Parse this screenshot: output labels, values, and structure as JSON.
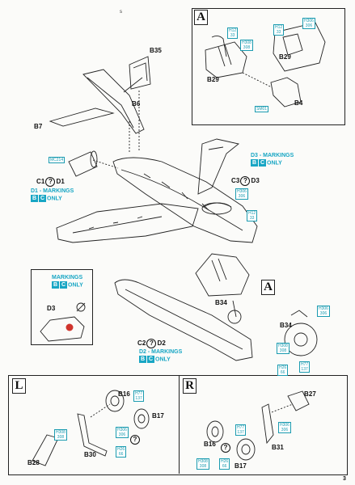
{
  "page": {
    "number": "3",
    "corner_mark": "s"
  },
  "panels": {
    "A_top": {
      "letter": "A"
    },
    "A_mid": {
      "letter": "A"
    },
    "L": {
      "letter": "L"
    },
    "R": {
      "letter": "R"
    }
  },
  "parts": {
    "B35": "B35",
    "B6": "B6",
    "B7": "B7",
    "B29a": "B29",
    "B29b": "B29",
    "B4": "B4",
    "C1D1": "C1",
    "D1": "D1",
    "C3": "C3",
    "D3r": "D3",
    "B34a": "B34",
    "B34b": "B34",
    "D3": "D3",
    "C2": "C2",
    "D2": "D2",
    "B16L": "B16",
    "B17L": "B17",
    "B28": "B28",
    "B30": "B30",
    "B27": "B27",
    "B16R": "B16",
    "B17R": "B17",
    "B31": "B31"
  },
  "question": "?",
  "markings": {
    "d3": {
      "title": "D3 - MARKINGS",
      "b": "B",
      "c": "C",
      "only": "ONLY"
    },
    "d1": {
      "title": "D1 - MARKINGS",
      "b": "B",
      "c": "C",
      "only": "ONLY"
    },
    "mid": {
      "title": "MARKINGS",
      "b": "B",
      "c": "C",
      "only": "ONLY"
    },
    "d2": {
      "title": "D2 - MARKINGS",
      "b": "B",
      "c": "C",
      "only": "ONLY"
    }
  },
  "color_codes": {
    "c1": "H12\n33",
    "c2": "H12\n33",
    "c3": "H308\n308",
    "c4": "H306\n306",
    "c5": "SM01",
    "c6": "MC214",
    "c7": "H306\n306",
    "c8": "H12\n33",
    "c9": "H306\n306",
    "c10": "H308\n308",
    "c11": "H26\n66",
    "c12": "H77\n137",
    "c13": "H77\n137",
    "c14": "H306\n306",
    "c15": "H308\n308",
    "c16": "H26\n66",
    "c17": "H77\n137",
    "c18": "H306\n306",
    "c19": "H308\n308",
    "c20": "H26\n66"
  },
  "colors": {
    "accent": "#18a6c4",
    "marker_red": "#d0342c"
  }
}
